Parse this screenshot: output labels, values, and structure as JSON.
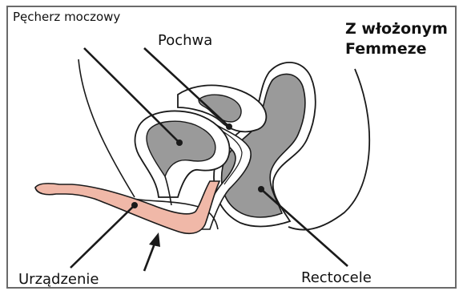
{
  "title": {
    "line1": "Z włożonym",
    "line2": "Femmeze"
  },
  "labels": {
    "bladder": "Pęcherz moczowy",
    "vagina": "Pochwa",
    "device": "Urządzenie",
    "rectocele": "Rectocele"
  },
  "colors": {
    "organ_fill": "#9a9a9a",
    "device_fill": "#f0b8a8",
    "outline": "#1a1a1a",
    "frame": "#6a6a6a",
    "background": "#ffffff"
  }
}
